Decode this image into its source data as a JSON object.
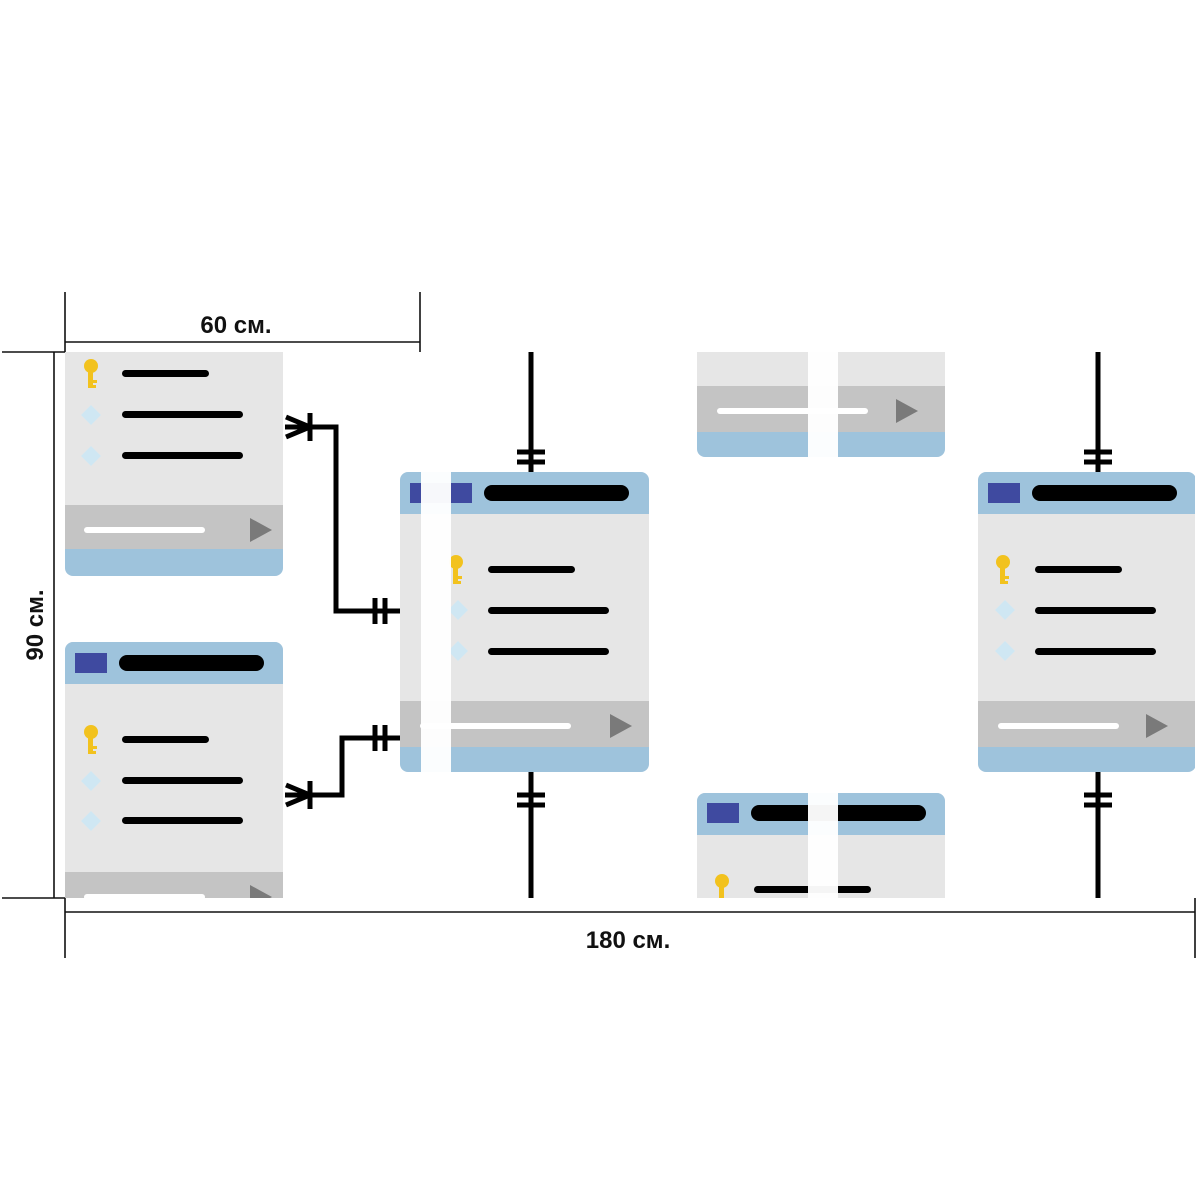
{
  "dimensions": {
    "panel_width": "60 см.",
    "total_width": "180 см.",
    "height": "90 см."
  },
  "colors": {
    "header": "#9ec3dc",
    "body": "#e6e6e6",
    "footer_bar": "#c4c4c4",
    "title_chip": "#3f4aa0",
    "key_icon": "#f2c21e",
    "diamond_icon": "#cfe7f3",
    "line": "#000000",
    "play_icon": "#7a7a7a"
  },
  "entities": [
    {
      "name": "entity-top-left",
      "rows": [
        "key-icon",
        "diamond-icon",
        "diamond-icon"
      ]
    },
    {
      "name": "entity-bottom-left",
      "rows": [
        "key-icon",
        "diamond-icon",
        "diamond-icon"
      ]
    },
    {
      "name": "entity-center",
      "rows": [
        "key-icon",
        "diamond-icon",
        "diamond-icon"
      ]
    },
    {
      "name": "entity-top-middle",
      "rows": []
    },
    {
      "name": "entity-bottom-middle",
      "rows": [
        "key-icon"
      ]
    },
    {
      "name": "entity-right",
      "rows": [
        "key-icon",
        "diamond-icon",
        "diamond-icon"
      ]
    }
  ]
}
